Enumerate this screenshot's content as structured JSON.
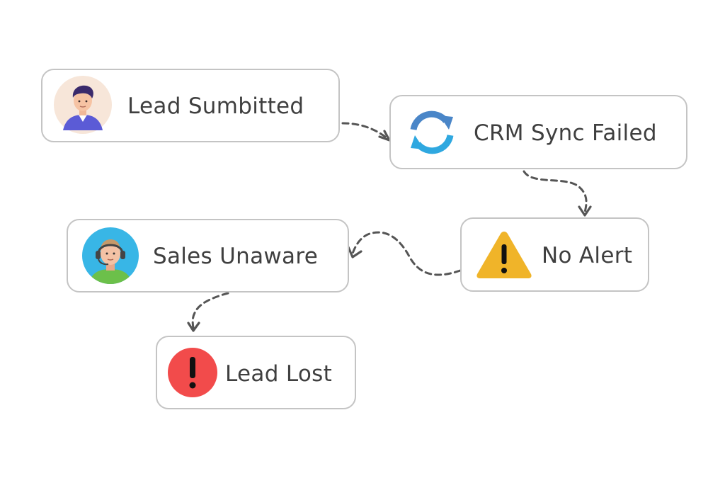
{
  "nodes": {
    "lead_submitted": {
      "label": "Lead Sumbitted",
      "icon": "person-avatar-icon"
    },
    "crm_sync_failed": {
      "label": "CRM Sync Failed",
      "icon": "sync-refresh-icon"
    },
    "no_alert": {
      "label": "No Alert",
      "icon": "warning-triangle-icon"
    },
    "sales_unaware": {
      "label": "Sales Unaware",
      "icon": "headset-agent-avatar-icon"
    },
    "lead_lost": {
      "label": "Lead Lost",
      "icon": "error-exclamation-icon"
    }
  },
  "colors": {
    "node_border": "#c4c4c4",
    "text": "#3f3f3f",
    "connector": "#555555",
    "sync_blue": "#4a86c8",
    "sync_light_blue": "#2fa8e0",
    "warning_yellow": "#f0b429",
    "error_red": "#f24b4b",
    "agent_bg_blue": "#38b6e6",
    "avatar_bg_peach": "#f7e6d9"
  }
}
